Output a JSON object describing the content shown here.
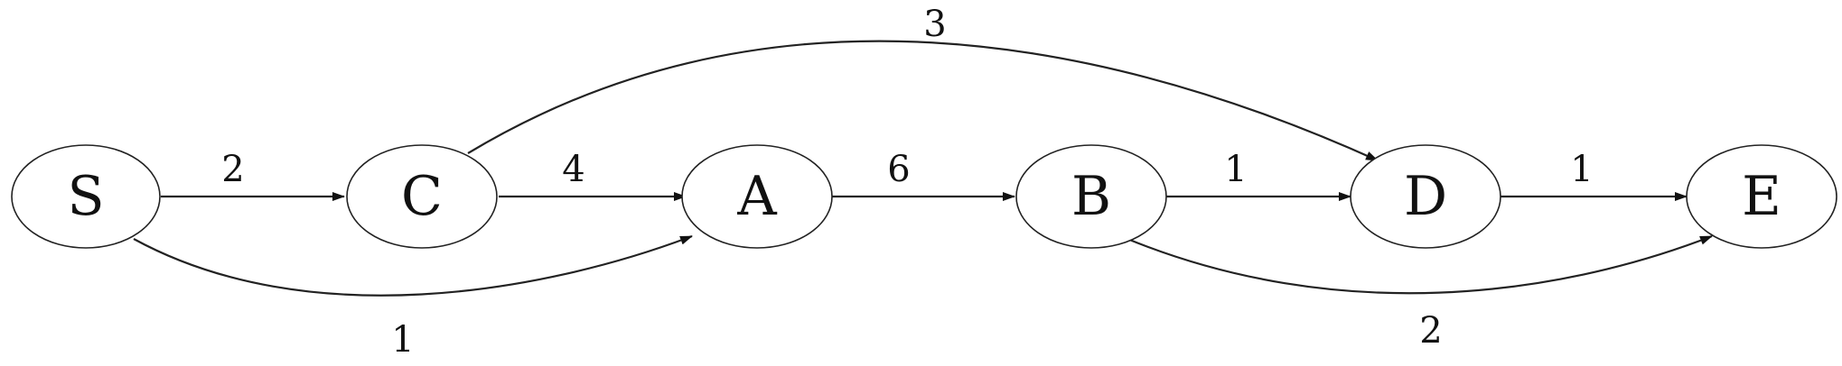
{
  "diagram": {
    "nodes": {
      "S": "S",
      "C": "C",
      "A": "A",
      "B": "B",
      "D": "D",
      "E": "E"
    },
    "edges": {
      "S_C": "2",
      "C_A": "4",
      "A_B": "6",
      "B_D": "1",
      "D_E": "1",
      "C_D": "3",
      "S_A": "1",
      "B_E": "2"
    }
  }
}
